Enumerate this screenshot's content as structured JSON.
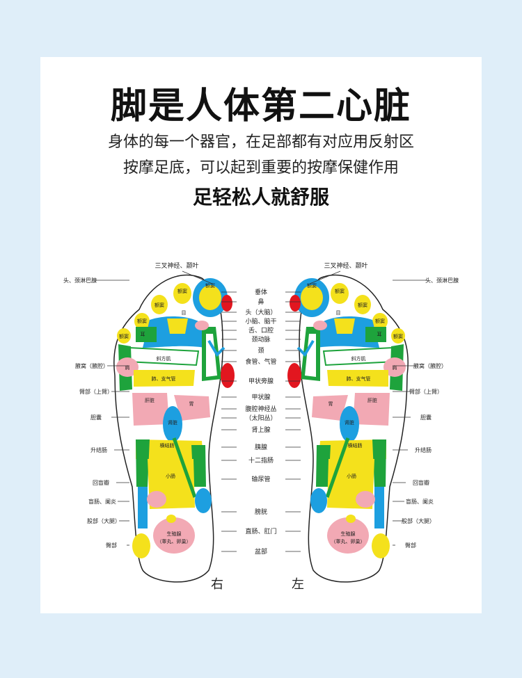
{
  "header": {
    "title": "脚是人体第二心脏",
    "subtitle_line1": "身体的每一个器官，在足部都有对应用反射区",
    "subtitle_line2": "按摩足底，可以起到重要的按摩保健作用",
    "tagline": "足轻松人就舒服"
  },
  "center_labels": [
    "垂体",
    "鼻",
    "头（大脑）",
    "小脑、脑干",
    "舌、口腔",
    "颈动脉",
    "颈",
    "食管、气管",
    "甲状旁腺",
    "甲状腺",
    "腹腔神经丛",
    "（太阳丛）",
    "肾上腺",
    "胰腺",
    "十二指肠",
    "输尿管",
    "膀胱",
    "直肠、肛门",
    "盆部"
  ],
  "top_label": "三叉神经、颞叶",
  "side_labels": [
    "头、颈淋巴腺",
    "腋窝（腋腔）",
    "臂部（上臂）",
    "胆囊",
    "升结肠",
    "回盲瓣",
    "盲肠、阑炎",
    "股部（大腿）",
    "臀部"
  ],
  "foot_labels": {
    "sinus": "额窦",
    "eye": "目",
    "ear": "耳",
    "trapezius": "斜方肌",
    "shoulder": "肩",
    "lung": "肺、支气管",
    "liver": "肝脏",
    "stomach": "胃",
    "kidney": "肾脏",
    "transverse_colon": "横结肠",
    "small_intestine": "小肠",
    "reproductive": "生殖腺",
    "reproductive_sub": "（睾丸、卵巢）"
  },
  "foot_names": {
    "right": "右",
    "left": "左"
  },
  "colors": {
    "yellow": "#f4e11c",
    "green": "#1ea33c",
    "blue": "#1d9fe0",
    "pink": "#f2a9b4",
    "red": "#e2161f",
    "bg": "#dfeef9"
  }
}
